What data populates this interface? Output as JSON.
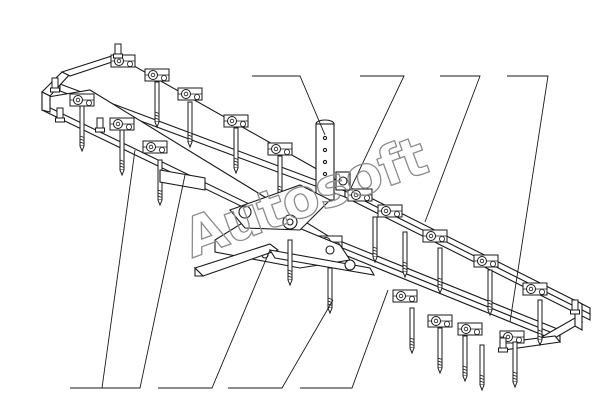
{
  "watermark": {
    "text": "Autosoft"
  },
  "colors": {
    "line": "#1a1a1a",
    "watermark_stroke": "#8c8c8c",
    "background": "#ffffff"
  },
  "diagram": {
    "kind": "exploded assembly drawing",
    "callout_leader_count": 9
  }
}
